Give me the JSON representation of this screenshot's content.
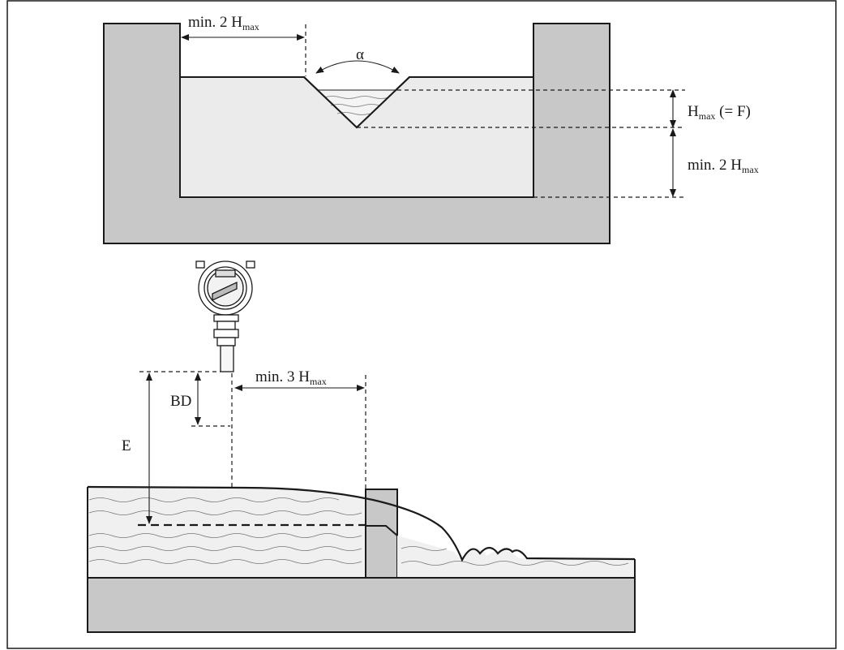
{
  "labels": {
    "top_width": {
      "main": "min. 2 H",
      "sub": "max"
    },
    "angle": "α",
    "hmax_f": {
      "main": "H",
      "sub": "max",
      "suffix": " (= F)"
    },
    "top_depth": {
      "main": "min. 2 H",
      "sub": "max"
    },
    "bottom_width": {
      "main": "min. 3 H",
      "sub": "max"
    },
    "bd": "BD",
    "e": "E"
  },
  "colors": {
    "wall": "#c8c8c8",
    "water": "#ebebeb",
    "line": "#1a1a1a"
  },
  "icons": [
    "sensor-icon"
  ]
}
